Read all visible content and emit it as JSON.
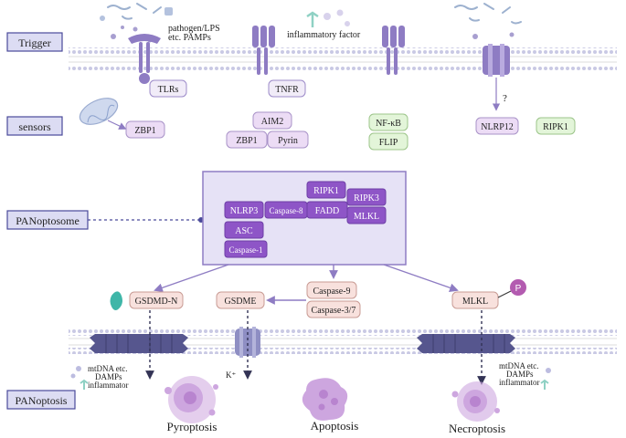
{
  "rows": {
    "trigger": "Trigger",
    "sensors": "sensors",
    "panoptosome": "PANoptosome",
    "panoptosis": "PANoptosis"
  },
  "trigger": {
    "pathogen_line1": "pathogen/LPS",
    "pathogen_line2": "etc. PAMPs",
    "inflammatory_factor": "inflammatory factor",
    "question": "?"
  },
  "receptors": {
    "tlrs": "TLRs",
    "tnfr": "TNFR"
  },
  "sensors": {
    "zbp1_left": "ZBP1",
    "aim2": "AIM2",
    "zbp1_center": "ZBP1",
    "pyrin": "Pyrin",
    "nfkb": "NF-κB",
    "flip": "FLIP",
    "nlrp12": "NLRP12",
    "ripk1": "RIPK1"
  },
  "complex": {
    "ripk1": "RIPK1",
    "ripk3": "RIPK3",
    "nlrp3": "NLRP3",
    "caspase8": "Caspase-8",
    "fadd": "FADD",
    "mlkl": "MLKL",
    "asc": "ASC",
    "caspase1": "Caspase-1"
  },
  "effectors": {
    "gsdmd_n": "GSDMD-N",
    "gsdme": "GSDME",
    "caspase9": "Caspase-9",
    "caspase37": "Caspase-3/7",
    "mlkl": "MLKL",
    "p": "P"
  },
  "release": {
    "left_line1": "mtDNA etc.",
    "left_line2": "DAMPs",
    "left_line3": "inflammator",
    "k_ion": "K⁺",
    "right_line1": "mtDNA etc.",
    "right_line2": "DAMPs",
    "right_line3": "inflammator"
  },
  "outcomes": {
    "pyroptosis": "Pyroptosis",
    "apoptosis": "Apoptosis",
    "necroptosis": "Necroptosis"
  },
  "colors": {
    "row_label_fill": "#dcdcf3",
    "row_label_stroke": "#4a4a9a",
    "membrane": "#c9c9e4",
    "receptor": "#8e7cc3",
    "complex_box": "#e6e2f6",
    "complex_protein": "#8e55c7",
    "sensor_lavender": "#ecdcf5",
    "sensor_green": "#e3f5d9",
    "effector_pink": "#f8e1dd",
    "pore": "#56568e",
    "cell": "#cda6df"
  }
}
